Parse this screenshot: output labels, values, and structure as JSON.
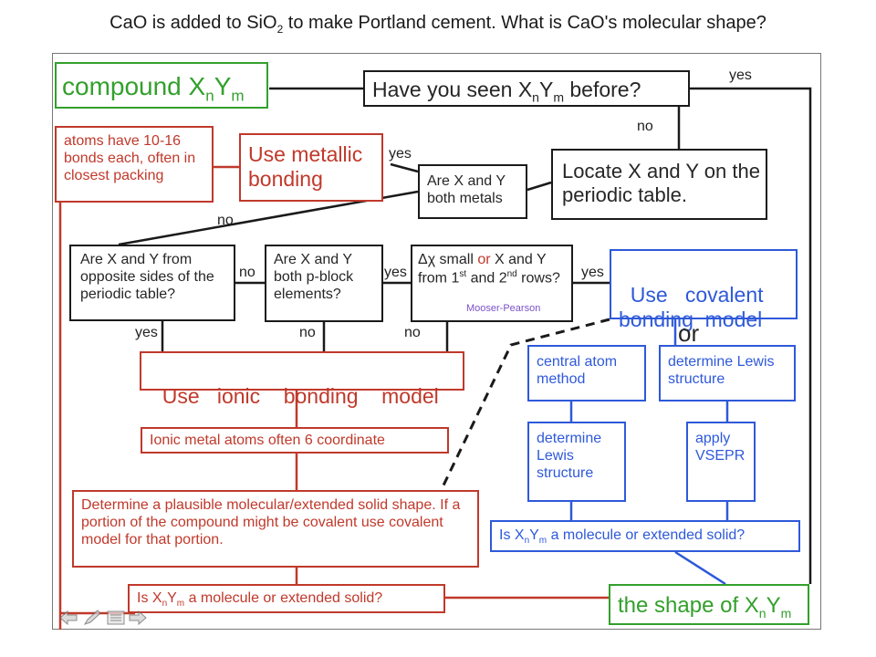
{
  "title_text": {
    "pre": "CaO is added to SiO",
    "sub": "2",
    "post": " to make Portland cement. What is CaO's molecular shape?"
  },
  "compound": {
    "pre": "compound X",
    "n": "n",
    "mid": "Y",
    "m": "m"
  },
  "seen_before": {
    "pre": "Have you seen X",
    "n": "n",
    "mid": "Y",
    "m": "m",
    "post": " before?"
  },
  "atoms_bonds": {
    "text": "atoms have 10-16 bonds each, often in closest packing"
  },
  "metallic": {
    "text": "Use metallic bonding"
  },
  "both_metals": {
    "text": "Are X and Y both metals"
  },
  "locate": {
    "text": "Locate X and Y on the periodic table."
  },
  "opposite": {
    "text": "Are X and Y  from opposite sides of the periodic table?"
  },
  "pblock": {
    "text": "Are X and Y both p-block elements?"
  },
  "dchi": {
    "symbol": "Δχ",
    "a": " small ",
    "or": "or",
    "b": " X and Y from 1",
    "sup1": "st",
    "c": " and 2",
    "sup2": "nd",
    "d": " rows?",
    "note": "Mooser-Pearson"
  },
  "covalent": {
    "text": "Use   covalent bonding  model"
  },
  "or_text": "or",
  "ionic": {
    "text": "Use   ionic    bonding    model"
  },
  "ionic6": {
    "text": "Ionic metal atoms often 6 coordinate"
  },
  "central": {
    "text": "central atom method"
  },
  "lewis_right": {
    "text": "determine Lewis structure"
  },
  "lewis_left": {
    "text": "determine Lewis structure"
  },
  "vsepr": {
    "text": "apply VSEPR"
  },
  "plausible": {
    "text": "Determine a plausible molecular/extended solid shape. If a portion of the compound might be covalent use covalent model for that portion."
  },
  "mol_blue": {
    "pre": "Is X",
    "n": "n",
    "mid": "Y",
    "m": "m",
    "post": " a molecule or extended solid?"
  },
  "mol_red": {
    "pre": "Is X",
    "n": "n",
    "mid": "Y",
    "m": "m",
    "post": " a molecule or extended solid?"
  },
  "shape": {
    "pre": "the shape of X",
    "n": "n",
    "mid": "Y",
    "m": "m"
  },
  "labels": {
    "yes_top": "yes",
    "no_locate": "no",
    "yes_metal": "yes",
    "no_metal": "no",
    "no_opp": "no",
    "yes_pblock": "yes",
    "yes_dchi": "yes",
    "yes_opp": "yes",
    "no_pblock": "no",
    "no_dchi": "no"
  },
  "colors": {
    "black": "#1a1a1a",
    "red": "#c0392b",
    "blue": "#2e59d9",
    "green": "#33a02c",
    "purple": "#7b52c8"
  },
  "nav_icons": [
    "back-arrow-icon",
    "pen-icon",
    "menu-icon",
    "forward-arrow-icon"
  ]
}
